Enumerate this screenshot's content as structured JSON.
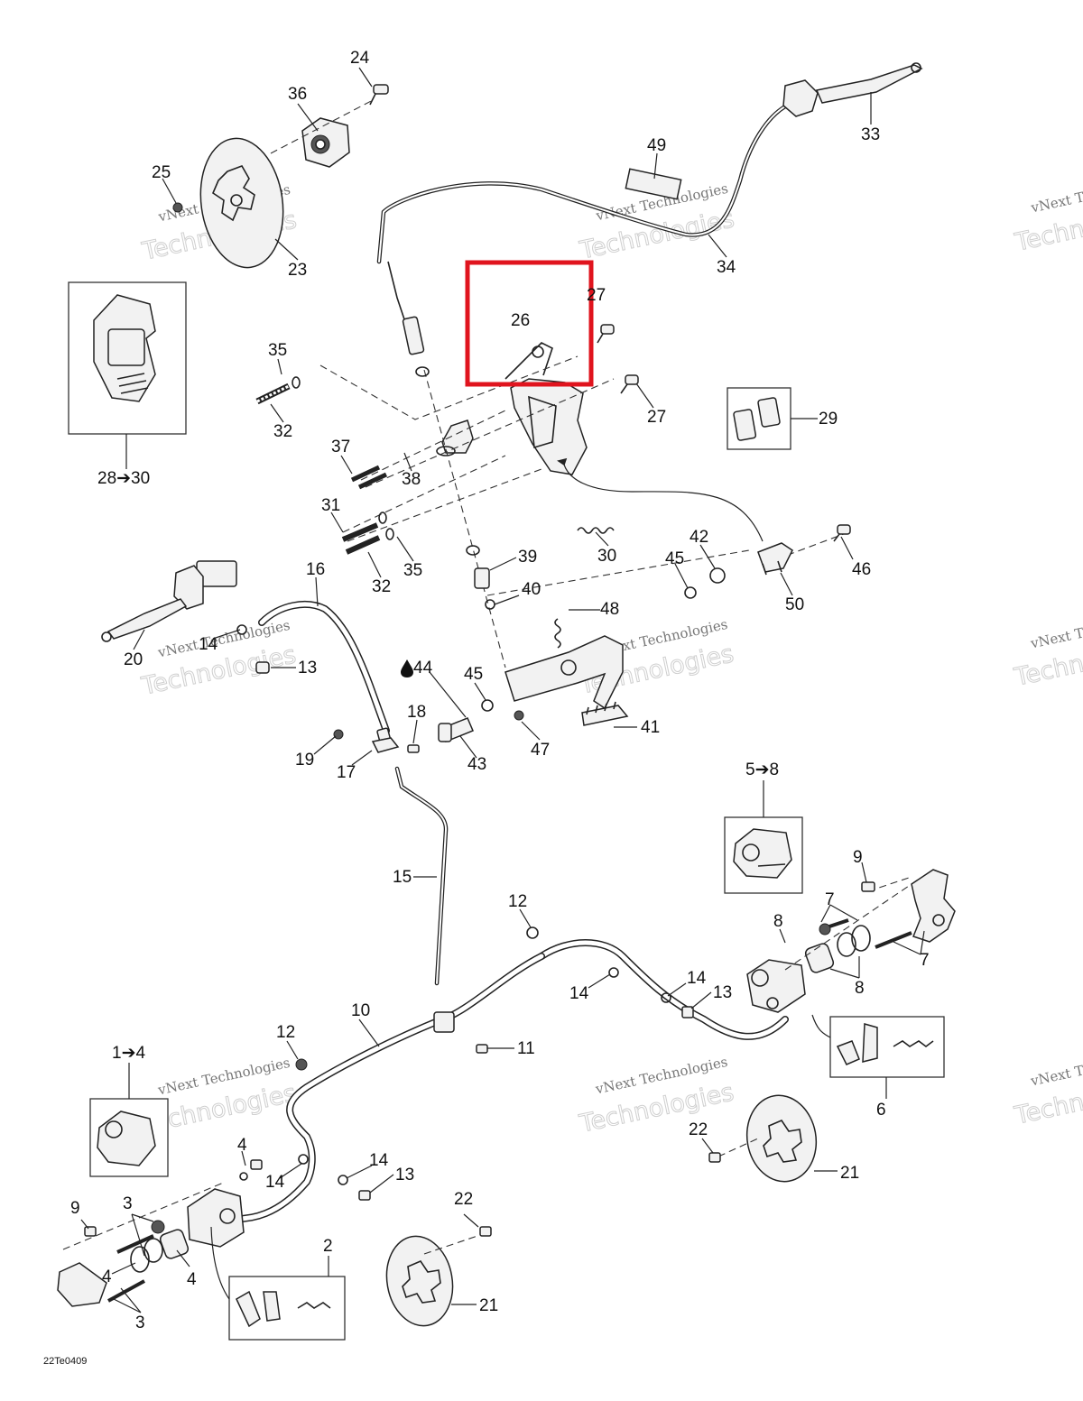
{
  "diagram": {
    "code": "22Te0409",
    "watermark_line1": "vNext Technologies",
    "watermark_line2": "Technologies",
    "callouts": {
      "c1": "1➔4",
      "c2": "2",
      "c3a": "3",
      "c3b": "3",
      "c4a": "4",
      "c4b": "4",
      "c4c": "4",
      "c5": "5➔8",
      "c6": "6",
      "c7a": "7",
      "c7b": "7",
      "c8a": "8",
      "c8b": "8",
      "c9a": "9",
      "c9b": "9",
      "c10": "10",
      "c11": "11",
      "c12a": "12",
      "c12b": "12",
      "c13a": "13",
      "c13b": "13",
      "c13c": "13",
      "c14a": "14",
      "c14b": "14",
      "c14c": "14",
      "c14d": "14",
      "c14e": "14",
      "c15": "15",
      "c16": "16",
      "c17": "17",
      "c18": "18",
      "c19": "19",
      "c20": "20",
      "c21a": "21",
      "c21b": "21",
      "c22a": "22",
      "c22b": "22",
      "c23": "23",
      "c24": "24",
      "c25": "25",
      "c26": "26",
      "c27a": "27",
      "c27b": "27",
      "c28": "28➔30",
      "c29": "29",
      "c30": "30",
      "c31": "31",
      "c32a": "32",
      "c32b": "32",
      "c33": "33",
      "c34": "34",
      "c35a": "35",
      "c35b": "35",
      "c36": "36",
      "c37": "37",
      "c38": "38",
      "c39": "39",
      "c40": "40",
      "c41": "41",
      "c42": "42",
      "c43": "43",
      "c44": "44",
      "c45a": "45",
      "c45b": "45",
      "c46": "46",
      "c47": "47",
      "c48": "48",
      "c49": "49",
      "c50": "50"
    }
  },
  "colors": {
    "highlight": "#e0141e",
    "ink": "#222222",
    "watermark": "#cfcfcf"
  }
}
